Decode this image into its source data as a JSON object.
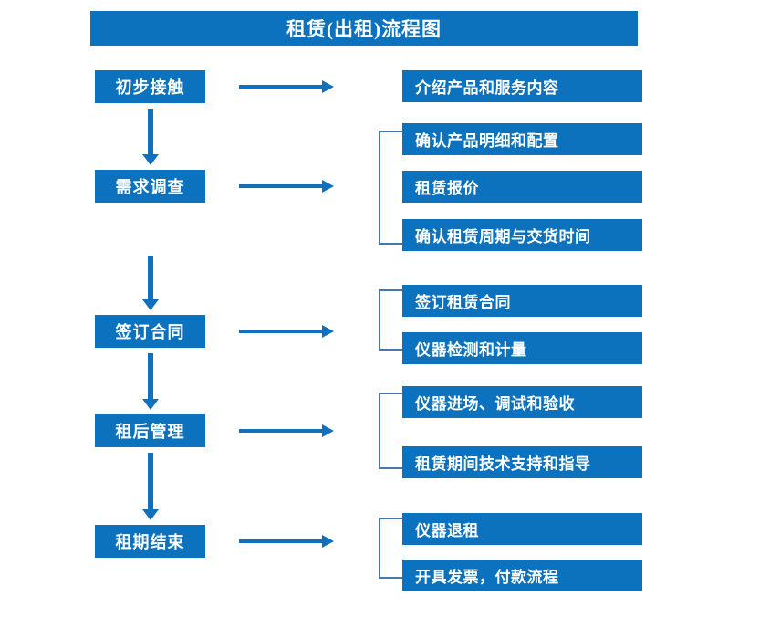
{
  "chart_data": {
    "type": "diagram",
    "title": "租赁(出租)流程图",
    "diagram_kind": "flowchart",
    "orientation": "vertical-with-branches",
    "stages": [
      {
        "id": "stage-1",
        "label": "初步接触",
        "details": [
          "介绍产品和服务内容"
        ]
      },
      {
        "id": "stage-2",
        "label": "需求调查",
        "details": [
          "确认产品明细和配置",
          "租赁报价",
          "确认租赁周期与交货时间"
        ]
      },
      {
        "id": "stage-3",
        "label": "签订合同",
        "details": [
          "签订租赁合同",
          "仪器检测和计量"
        ]
      },
      {
        "id": "stage-4",
        "label": "租后管理",
        "details": [
          "仪器进场、调试和验收",
          "租赁期间技术支持和指导"
        ]
      },
      {
        "id": "stage-5",
        "label": "租期结束",
        "details": [
          "仪器退租",
          "开具发票，付款流程"
        ]
      }
    ]
  },
  "title": {
    "text": "租赁(出租)流程图"
  },
  "stages": [
    {
      "label": "初步接触"
    },
    {
      "label": "需求调查"
    },
    {
      "label": "签订合同"
    },
    {
      "label": "租后管理"
    },
    {
      "label": "租期结束"
    }
  ],
  "details": [
    {
      "label": "介绍产品和服务内容"
    },
    {
      "label": "确认产品明细和配置"
    },
    {
      "label": "租赁报价"
    },
    {
      "label": "确认租赁周期与交货时间"
    },
    {
      "label": "签订租赁合同"
    },
    {
      "label": "仪器检测和计量"
    },
    {
      "label": "仪器进场、调试和验收"
    },
    {
      "label": "租赁期间技术支持和指导"
    },
    {
      "label": "仪器退租"
    },
    {
      "label": "开具发票，付款流程"
    }
  ],
  "colors": {
    "box_fill": "#0c72bd",
    "box_text": "#ffffff",
    "arrow": "#1070bc",
    "bracket": "#4a77a8",
    "background": "#ffffff"
  }
}
